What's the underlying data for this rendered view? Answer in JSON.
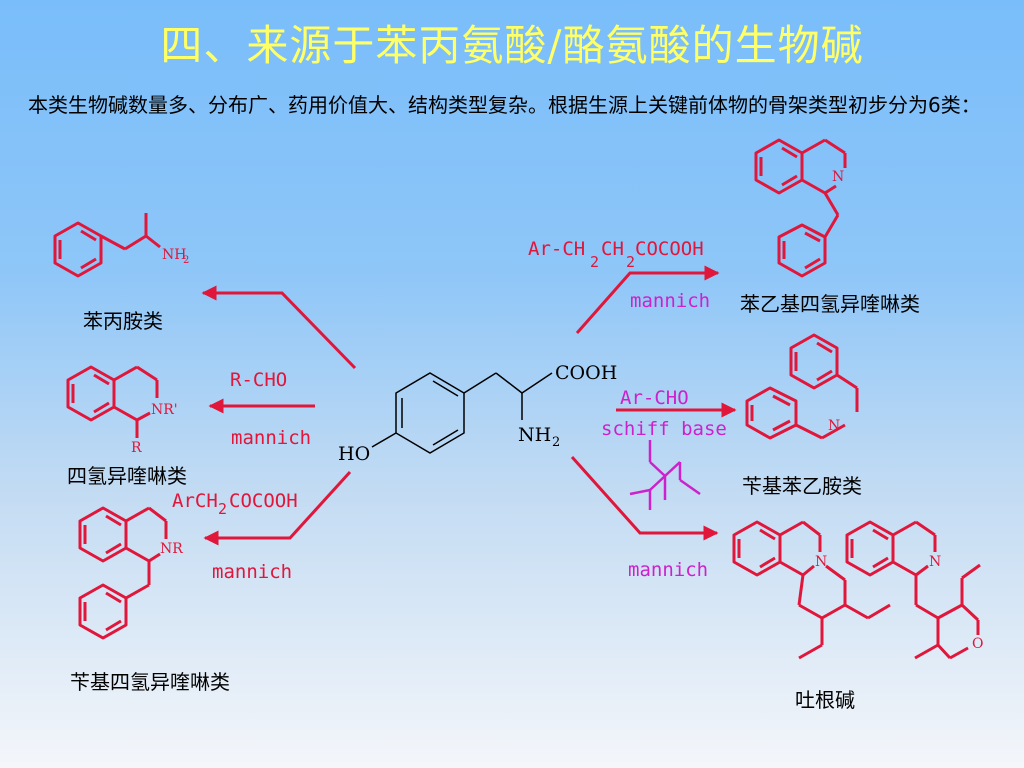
{
  "title": "四、来源于苯丙氨酸/酪氨酸的生物碱",
  "intro": "本类生物碱数量多、分布广、药用价值大、结构类型复杂。根据生源上关键前体物的骨架类型初步分为6类：",
  "center": {
    "cooh": "COOH",
    "nh": "NH",
    "sub2": "2",
    "ho": "HO"
  },
  "classes": {
    "phenylpropylamine": "苯丙胺类",
    "tetrahydroisoquinoline": "四氢异喹啉类",
    "benzyl_thiq": "苄基四氢异喹啉类",
    "phenethyl_thiq": "苯乙基四氢异喹啉类",
    "benzyl_phenethylamine": "苄基苯乙胺类",
    "emetine": "吐根碱"
  },
  "reagents": {
    "r_cho": "R-CHO",
    "mannich": "mannich",
    "arch2_a": "ArCH",
    "arch2_b": "COCOOH",
    "arch2ch2_a": "Ar-CH",
    "arch2ch2_b": "CH",
    "arch2ch2_c": "COCOOH",
    "sub2": "2",
    "ar_cho": "Ar-CHO",
    "schiff": "schiff base"
  },
  "atoms": {
    "nh": "NH",
    "h2": "2",
    "nr1": "NR'",
    "r": "R",
    "nr": "NR",
    "n": "N",
    "o": "O"
  },
  "colors": {
    "red": "#e0163a",
    "magenta": "#cc22cc",
    "title": "#ffff66"
  }
}
